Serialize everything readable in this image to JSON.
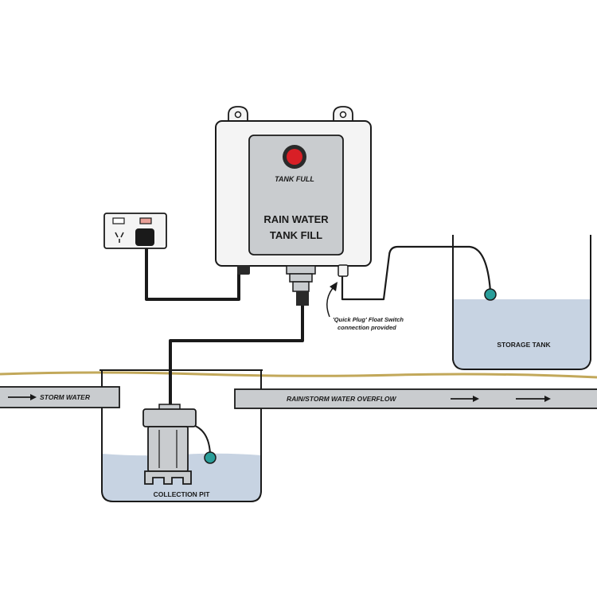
{
  "control_box": {
    "indicator_label": "TANK FULL",
    "title_line1": "RAIN WATER",
    "title_line2": "TANK FILL",
    "indicator_color": "#d81f26"
  },
  "pipes": {
    "inlet_label": "STORM WATER",
    "overflow_label": "RAIN/STORM WATER OVERFLOW"
  },
  "float_switch_note": {
    "line1": "'Quick Plug' Float Switch",
    "line2": "connection provided"
  },
  "tanks": {
    "storage_label": "STORAGE TANK",
    "pit_label": "COLLECTION PIT"
  },
  "colors": {
    "water": "#c7d3e2",
    "float": "#2a9e9a",
    "pipe": "#c9cccf",
    "ground": "#c2a85a",
    "outline": "#1a1a1a"
  }
}
